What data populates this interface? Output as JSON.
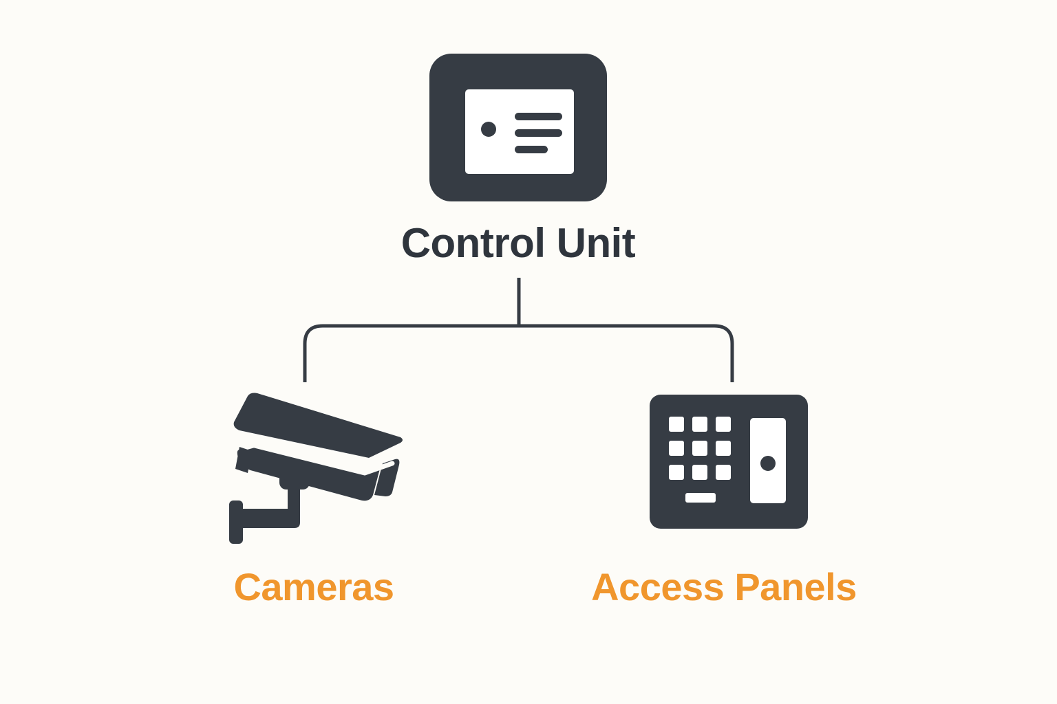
{
  "diagram": {
    "root": {
      "label": "Control Unit",
      "icon": "control-unit-icon"
    },
    "children": [
      {
        "label": "Cameras",
        "icon": "security-camera-icon"
      },
      {
        "label": "Access Panels",
        "icon": "keypad-access-panel-icon"
      }
    ]
  },
  "colors": {
    "background": "#fdfcf8",
    "icon": "#363c44",
    "root_label": "#2f353d",
    "child_label": "#f0962d",
    "connector": "#363c44"
  }
}
